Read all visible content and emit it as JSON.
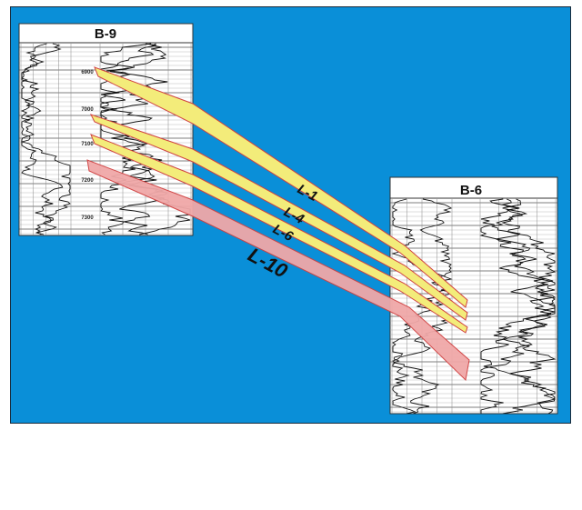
{
  "wells": {
    "left": {
      "name": "B-9",
      "depths": [
        "6900",
        "7000",
        "7100",
        "7200",
        "7300"
      ]
    },
    "right": {
      "name": "B-6"
    }
  },
  "bands": [
    {
      "label": "L-1",
      "color": "#f3ec7a"
    },
    {
      "label": "L-4",
      "color": "#f3ec7a"
    },
    {
      "label": "L-6",
      "color": "#f3ec7a"
    },
    {
      "label": "L-10",
      "color": "#f0a8a8"
    }
  ],
  "colors": {
    "background": "#0a8fd8",
    "sand": "#f3ec7a",
    "shale_band": "#f0a8a8",
    "edge": "#d04040"
  }
}
